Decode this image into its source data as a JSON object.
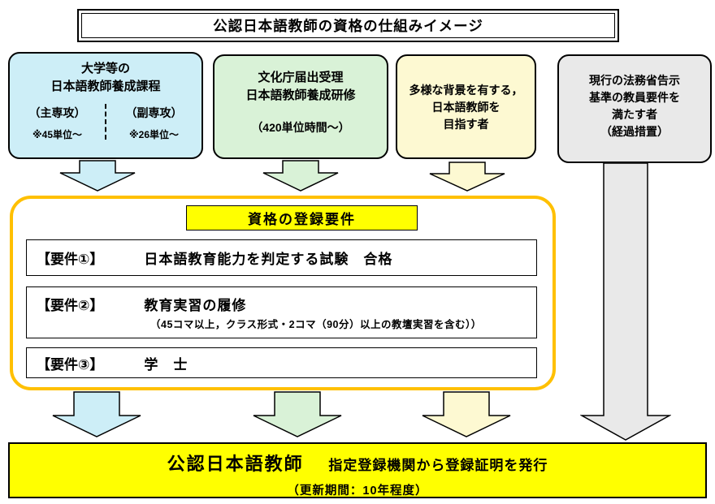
{
  "title": "公認日本語教師の資格の仕組みイメージ",
  "colors": {
    "cyan": "#cdeef7",
    "green": "#d9f2d7",
    "cream": "#fdf9d2",
    "gray": "#e9e9e9",
    "orange": "#ffc000",
    "yellow": "#ffff00"
  },
  "routes": {
    "university": {
      "line1": "大学等の",
      "line2": "日本語教師養成課程",
      "major_label": "（主専攻）",
      "major_note": "※45単位～",
      "minor_label": "（副専攻）",
      "minor_note": "※26単位～"
    },
    "bunkacho": {
      "line1": "文化庁届出受理",
      "line2": "日本語教師養成研修",
      "line3": "（420単位時間～）"
    },
    "diverse": {
      "line1": "多様な背景を有する，",
      "line2": "日本語教師を",
      "line3": "目指す者"
    },
    "moj": {
      "line1": "現行の法務省告示",
      "line2": "基準の教員要件を",
      "line3": "満たす者",
      "line4": "（経過措置）"
    }
  },
  "requirements": {
    "heading": "資格の登録要件",
    "item1_label": "【要件①】",
    "item1_text": "日本語教育能力を判定する試験　合格",
    "item2_label": "【要件②】",
    "item2_text": "教育実習の履修",
    "item2_note": "（45コマ以上，クラス形式・2コマ（90分）以上の教壇実習を含む））",
    "item3_label": "【要件③】",
    "item3_text": "学　士"
  },
  "result": {
    "title": "公認日本語教師",
    "subtitle": "指定登録機関から登録証明を発行",
    "note": "（更新期間：10年程度）"
  }
}
